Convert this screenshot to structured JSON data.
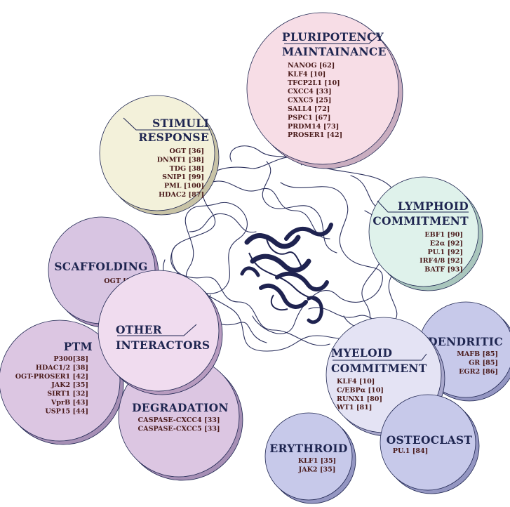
{
  "colors": {
    "ink": "#1e2550",
    "item_text": "#4a1a1a",
    "protein": "#1f2350",
    "chain": "#2a2f5c"
  },
  "groups": {
    "pluripotency": {
      "title_line1": "PLURIPOTENCY",
      "title_line2": "MAINTAINANCE",
      "fill": "#f7dde6",
      "shadow": "#c9adc0",
      "items": [
        "NANOG [62]",
        "KLF4 [10]",
        "TFCP2L1 [10]",
        "CXCC4 [33]",
        "CXXC5 [25]",
        "SALL4 [72]",
        "PSPC1 [67]",
        "PRDM14 [73]",
        "PROSER1 [42]"
      ]
    },
    "stimuli": {
      "title_line1": "STIMULI",
      "title_line2": "RESPONSE",
      "fill": "#f3f1da",
      "shadow": "#c8c3a6",
      "items": [
        "OGT [36]",
        "DNMT1 [38]",
        "TDG [38]",
        "SNIP1 [99]",
        "PML [100]",
        "HDAC2 [87]"
      ]
    },
    "lymphoid": {
      "title_line1": "LYMPHOID",
      "title_line2": "COMMITMENT",
      "fill": "#dff2eb",
      "shadow": "#a9c6bd",
      "items": [
        "EBF1 [90]",
        "E2α [92]",
        "PU.1 [92]",
        "IRF4/8 [92]",
        "BATF [93]"
      ]
    },
    "scaffolding": {
      "title": "SCAFFOLDING",
      "fill": "#d8c5e2",
      "shadow": "#a98fb8",
      "items": [
        "OGT [39]"
      ]
    },
    "other": {
      "title_line1": "OTHER",
      "title_line2": "INTERACTORS",
      "fill": "#f0dcef",
      "shadow": "#b79bbf"
    },
    "ptm": {
      "title": "PTM",
      "fill": "#dcc6e2",
      "shadow": "#a68fb5",
      "items": [
        "P300[38]",
        "HDAC1/2 [38]",
        "OGT-PROSER1 [42]",
        "JAK2 [35]",
        "SIRT1 [32]",
        "VprB [43]",
        "USP15 [44]"
      ]
    },
    "degradation": {
      "title": "DEGRADATION",
      "fill": "#dcc6e2",
      "shadow": "#a68fb5",
      "items": [
        "CASPASE-CXCC4 [33]",
        "CASPASE-CXCC5 [33]"
      ]
    },
    "myeloid": {
      "title_line1": "MYELOID",
      "title_line2": "COMMITMENT",
      "fill": "#e4e3f4",
      "shadow": "#a9a8cc",
      "items": [
        "KLF4 [10]",
        "C/EBPα [10]",
        "RUNX1 [80]",
        "WT1 [81]"
      ]
    },
    "dendritic": {
      "title": "DENDRITIC",
      "fill": "#c7c9ea",
      "shadow": "#9496c2",
      "items": [
        "MAFB [85]",
        "GR [85]",
        "EGR2 [86]"
      ]
    },
    "osteoclast": {
      "title": "OSTEOCLAST",
      "fill": "#c7c9ea",
      "shadow": "#9496c2",
      "items": [
        "PU.1 [84]"
      ]
    },
    "erythroid": {
      "title": "ERYTHROID",
      "fill": "#c7c9ea",
      "shadow": "#9496c2",
      "items": [
        "KLF1 [35]",
        "JAK2 [35]"
      ]
    }
  }
}
